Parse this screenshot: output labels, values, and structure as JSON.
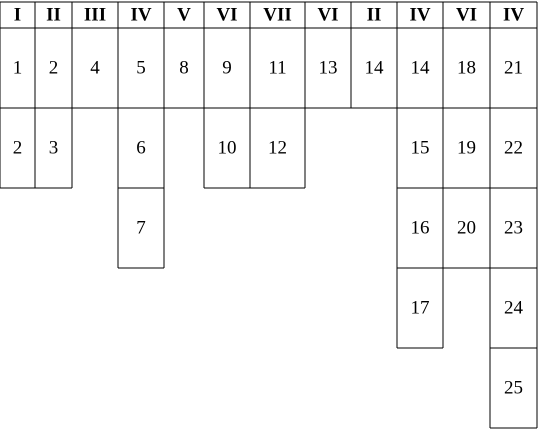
{
  "columns": [
    {
      "header": "I",
      "cells": [
        "1",
        "2"
      ]
    },
    {
      "header": "II",
      "cells": [
        "2",
        "3"
      ]
    },
    {
      "header": "III",
      "cells": [
        "4"
      ]
    },
    {
      "header": "IV",
      "cells": [
        "5",
        "6",
        "7"
      ]
    },
    {
      "header": "V",
      "cells": [
        "8"
      ]
    },
    {
      "header": "VI",
      "cells": [
        "9",
        "10"
      ]
    },
    {
      "header": "VII",
      "cells": [
        "11",
        "12"
      ]
    },
    {
      "header": "VI",
      "cells": [
        "13"
      ]
    },
    {
      "header": "II",
      "cells": [
        "14"
      ]
    },
    {
      "header": "IV",
      "cells": [
        "14",
        "15",
        "16",
        "17"
      ]
    },
    {
      "header": "VI",
      "cells": [
        "18",
        "19",
        "20"
      ]
    },
    {
      "header": "IV",
      "cells": [
        "21",
        "22",
        "23",
        "24",
        "25"
      ]
    }
  ],
  "colors": {
    "line": "#000000",
    "background": "#ffffff"
  }
}
